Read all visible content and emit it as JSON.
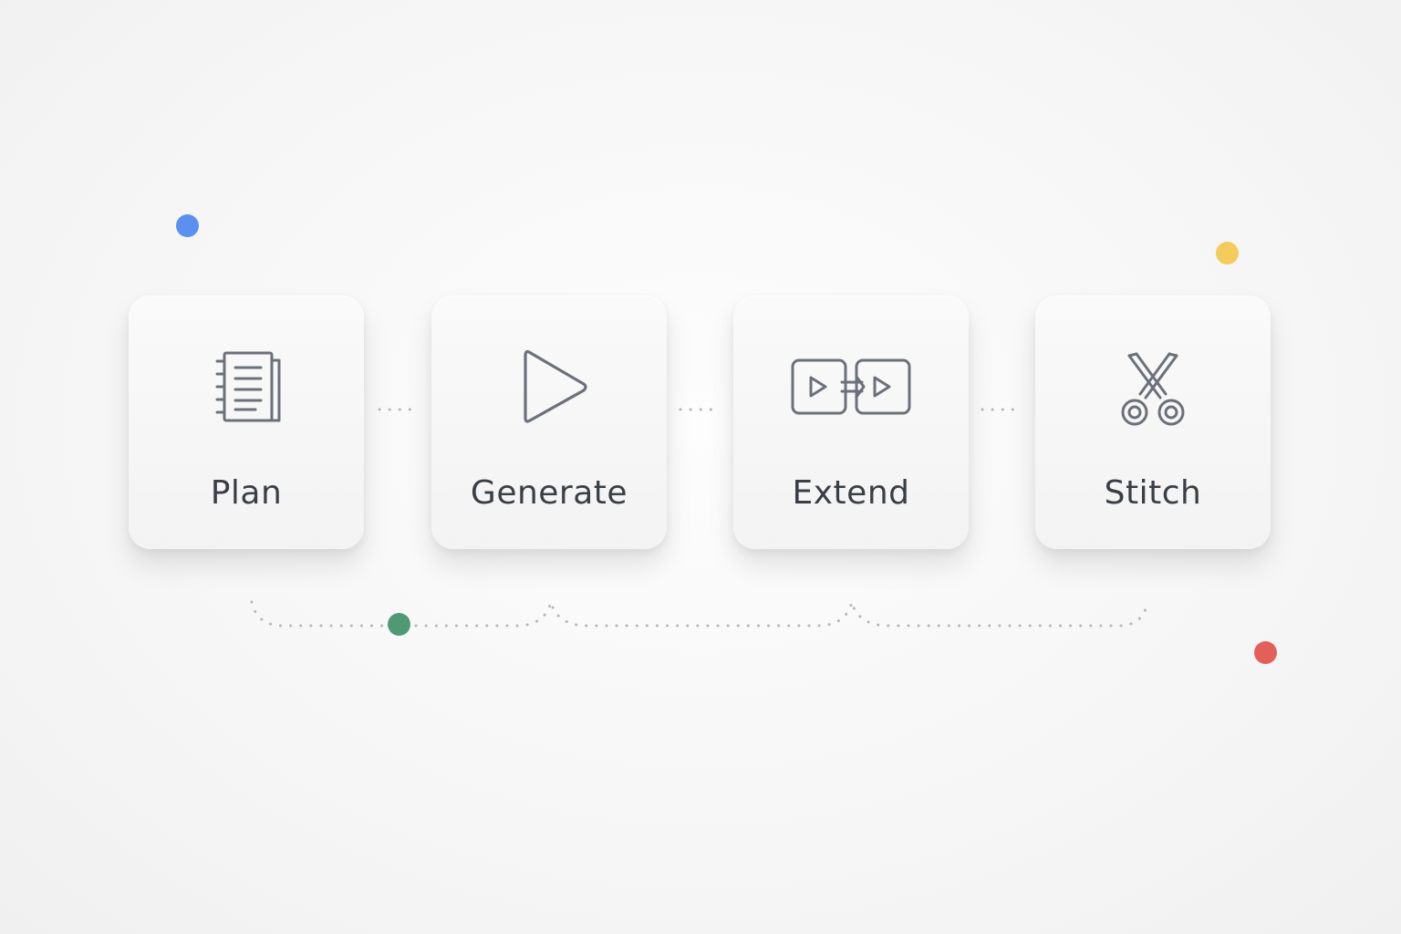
{
  "steps": [
    {
      "label": "Plan",
      "icon": "notebook-icon"
    },
    {
      "label": "Generate",
      "icon": "play-icon"
    },
    {
      "label": "Extend",
      "icon": "video-extend-icon"
    },
    {
      "label": "Stitch",
      "icon": "scissors-icon"
    }
  ],
  "colors": {
    "blue": "#5b8ff0",
    "yellow": "#f3cc5c",
    "green": "#4f9a74",
    "red": "#e3605a",
    "icon_stroke": "#6b7079",
    "label": "#3a3f46",
    "connector": "#b3b7bd"
  }
}
